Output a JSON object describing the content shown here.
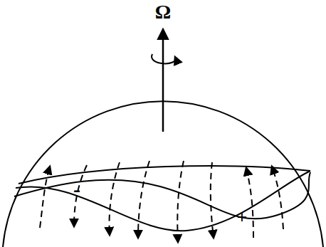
{
  "diagram": {
    "labels": [
      "Ω",
      "-",
      "+"
    ]
  }
}
